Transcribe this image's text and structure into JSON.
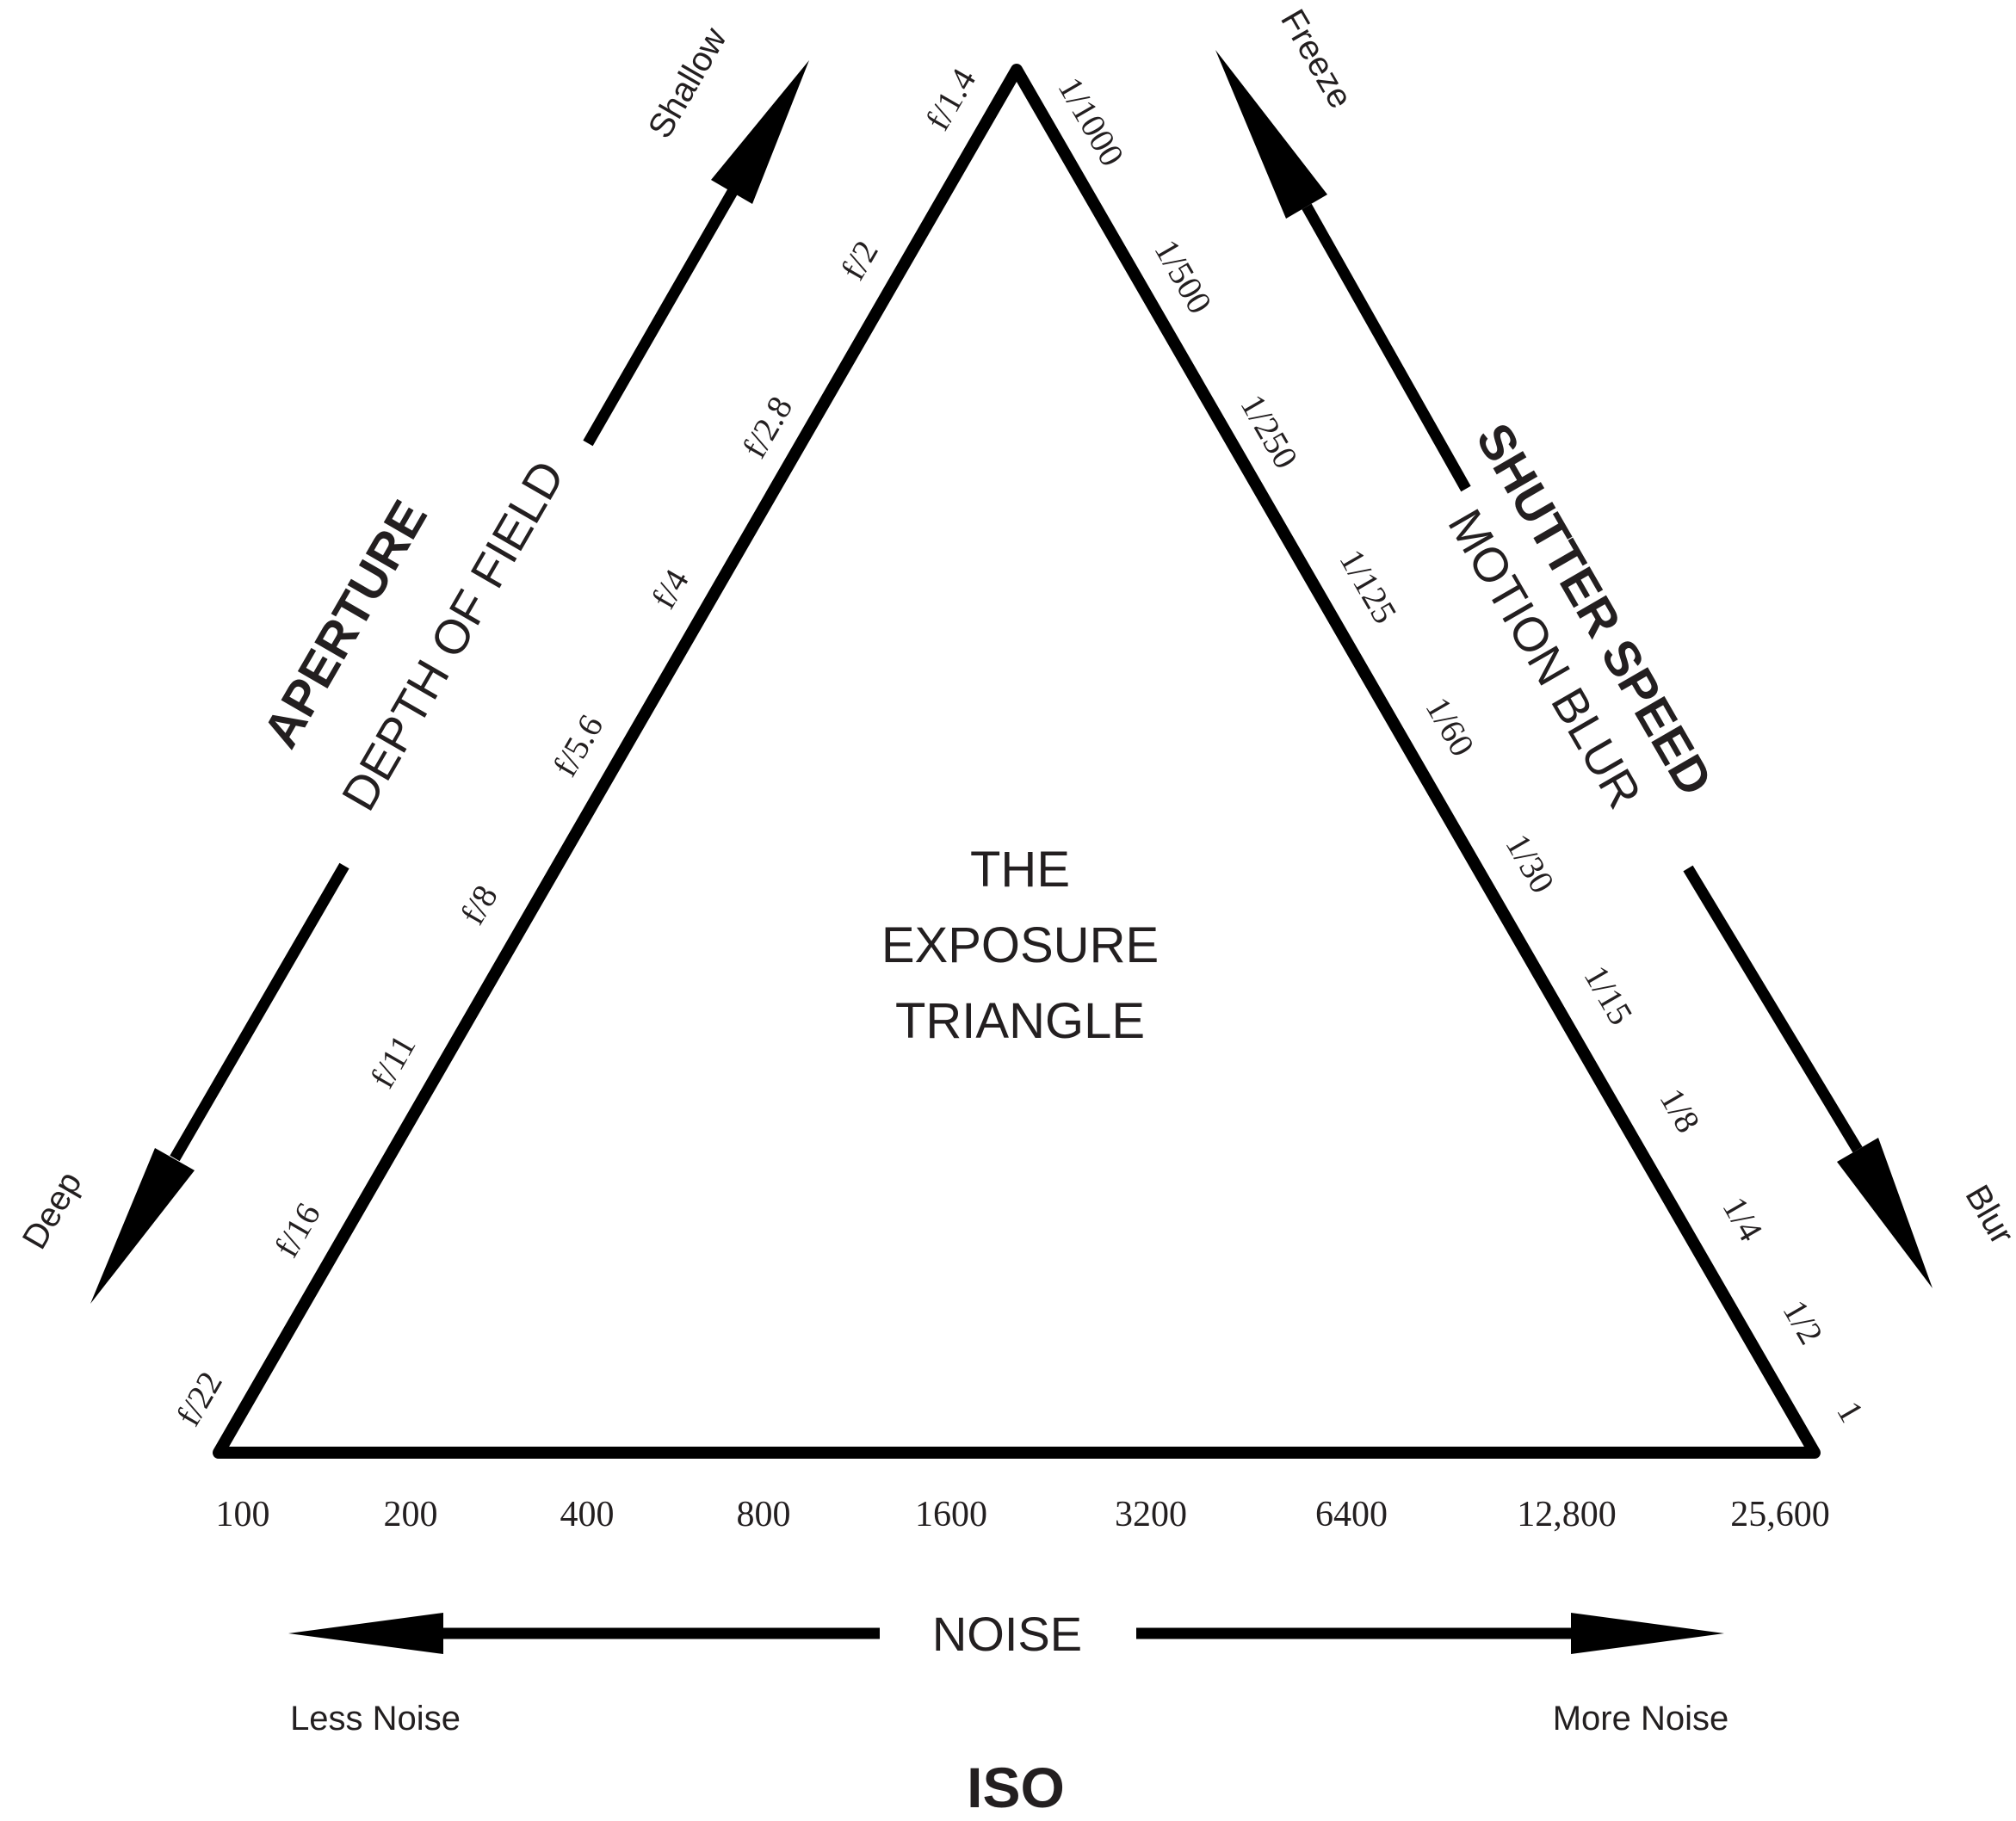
{
  "center_title": [
    "THE",
    "EXPOSURE",
    "TRIANGLE"
  ],
  "aperture": {
    "title": "APERTURE",
    "subtitle": "DEPTH OF FIELD",
    "top_end": "Shallow",
    "bottom_end": "Deep",
    "stops": [
      "f/1.4",
      "f/2",
      "f/2.8",
      "f/4",
      "f/5.6",
      "f/8",
      "f/11",
      "f/16",
      "f/22"
    ]
  },
  "shutter": {
    "title": "SHUTTER SPEED",
    "subtitle": "MOTION BLUR",
    "top_end": "Freeze",
    "bottom_end": "Blur",
    "speeds": [
      "1/1000",
      "1/500",
      "1/250",
      "1/125",
      "1/60",
      "1/30",
      "1/15",
      "1/8",
      "1/4",
      "1/2",
      "1"
    ]
  },
  "iso": {
    "title": "ISO",
    "subtitle": "NOISE",
    "left_end": "Less Noise",
    "right_end": "More Noise",
    "values": [
      "100",
      "200",
      "400",
      "800",
      "1600",
      "3200",
      "6400",
      "12,800",
      "25,600"
    ]
  }
}
